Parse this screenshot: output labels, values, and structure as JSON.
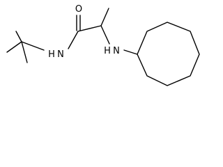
{
  "molecule": {
    "atom_labels": {
      "oxygen": "O",
      "amide_nitrogen": "N",
      "amide_hydrogen": "H",
      "amine_nitrogen": "N",
      "amine_hydrogen": "H"
    }
  },
  "colors": {
    "bond": "#000000",
    "label": "#000000",
    "background": "#ffffff"
  }
}
